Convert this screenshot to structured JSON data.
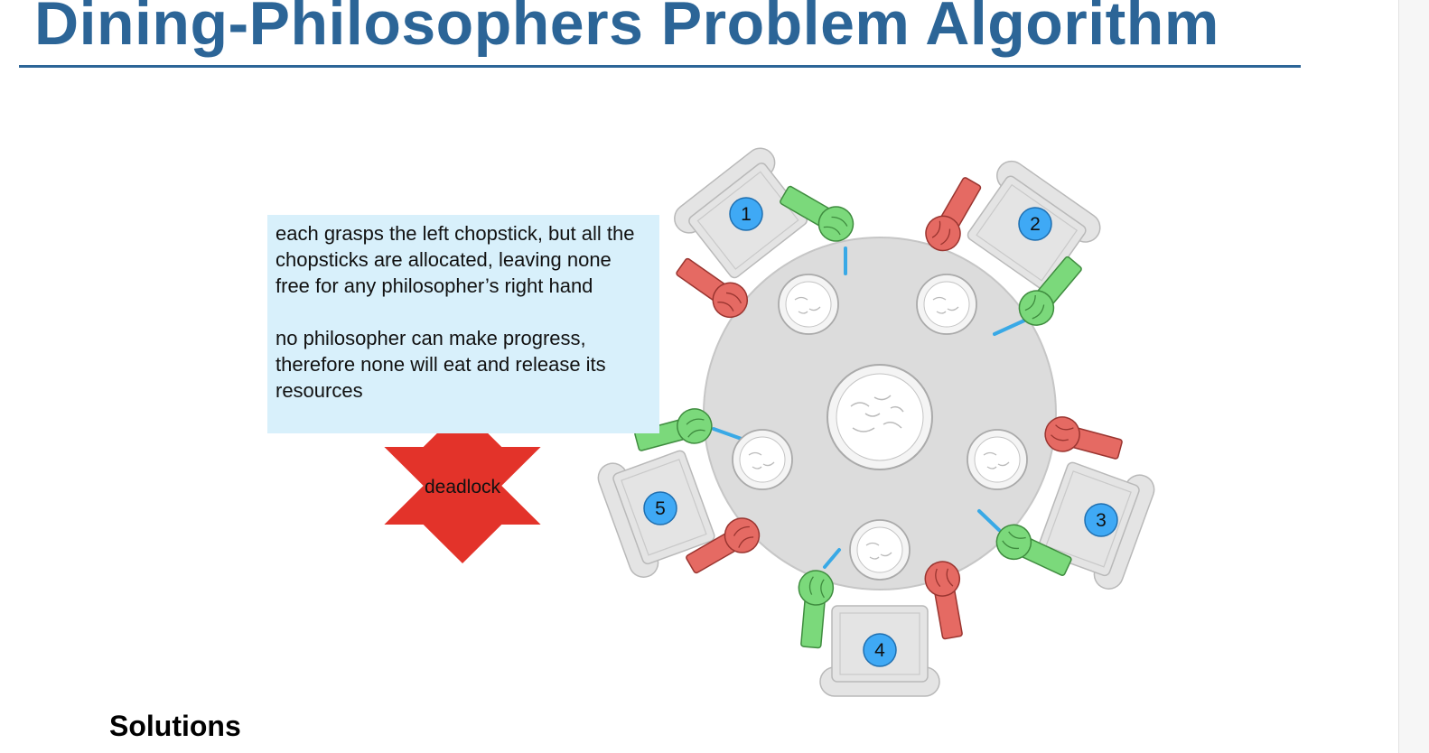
{
  "slide": {
    "title": "Dining-Philosophers Problem Algorithm",
    "callout": {
      "paragraph1": "each grasps the left chopstick, but all the chopsticks are allocated, leaving none free for any philosopher’s right hand",
      "paragraph2": "no philosopher can make progress, therefore none will eat and release its resources"
    },
    "badge_label": "deadlock",
    "seats": [
      "1",
      "2",
      "3",
      "4",
      "5"
    ],
    "section_heading": "Solutions"
  },
  "colors": {
    "title": "#2c6597",
    "callout_bg": "#d8f0fb",
    "star": "#e3332a",
    "seat_badge": "#3fa9f5",
    "chopstick": "#39a9e6",
    "hand_grasp": "#7bd97b",
    "hand_empty": "#e56a63",
    "table": "#dcdcdc",
    "chair": "#e4e4e4"
  },
  "icons": [
    "star-burst-icon",
    "hand-icon",
    "bowl-icon",
    "chair-icon",
    "chopstick-icon"
  ]
}
